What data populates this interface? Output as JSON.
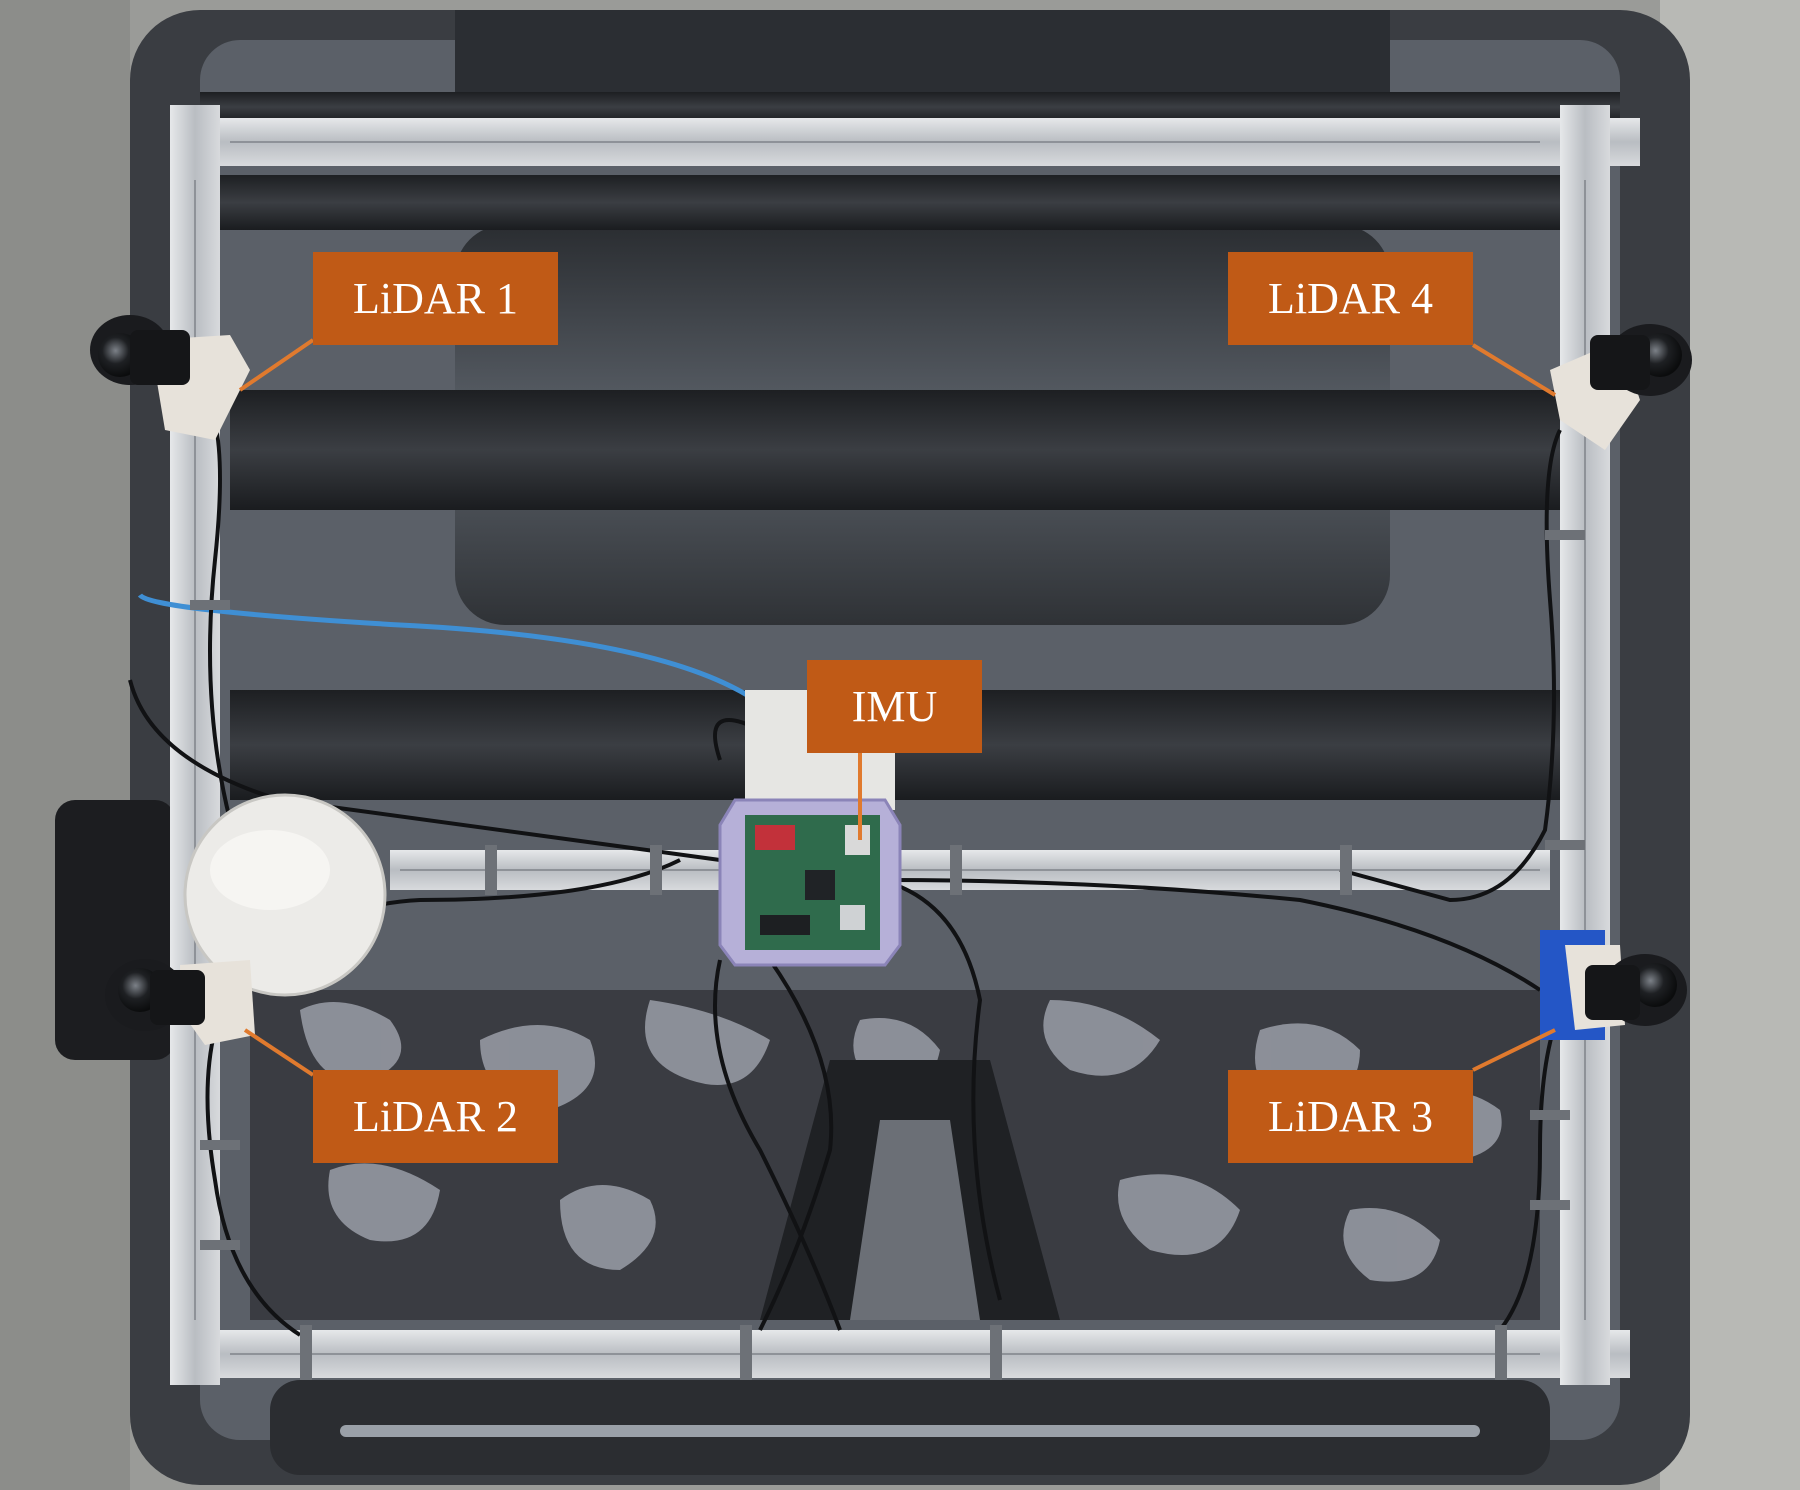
{
  "labels": {
    "lidar1": "LiDAR 1",
    "lidar2": "LiDAR 2",
    "lidar3": "LiDAR 3",
    "lidar4": "LiDAR 4",
    "imu": "IMU"
  },
  "colors": {
    "label_background": "#c05a16",
    "label_text": "#ffffff",
    "leader_line": "#e07a2e",
    "frame_aluminum": "#c9ccd0",
    "vehicle_body": "#3a3d42",
    "ground_concrete": "#9a9b98",
    "ethernet_cable": "#3f8fd4"
  },
  "icons": {
    "lidar_sensor": "lidar-sensor-icon",
    "gnss_antenna": "gnss-antenna-icon",
    "imu_board": "imu-board-icon"
  }
}
